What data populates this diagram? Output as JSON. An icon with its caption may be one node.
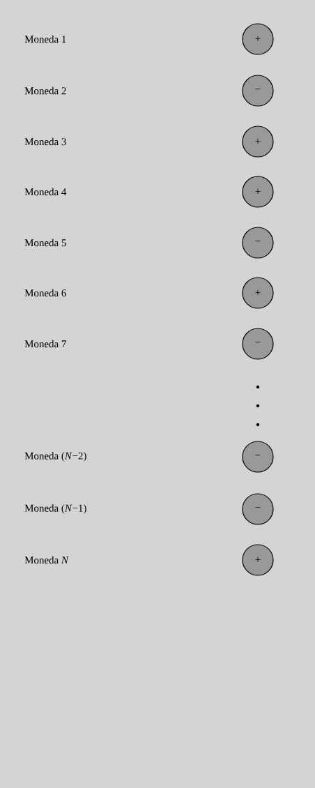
{
  "diagram": {
    "nodes": [
      {
        "text": [
          "+"
        ]
      },
      {
        "text": [
          "−"
        ]
      },
      {
        "text": [
          "+"
        ]
      },
      {
        "text": [
          "+"
        ]
      },
      {
        "text": [
          "−"
        ]
      },
      {
        "text": [
          "+"
        ]
      },
      {
        "text": [
          "−"
        ]
      },
      {
        "text": [
          "−"
        ]
      },
      {
        "text": [
          "−"
        ]
      },
      {
        "text": [
          "+"
        ]
      }
    ],
    "labels": [
      "Moneda 1",
      "Moneda 2",
      "Moneda 3",
      "Moneda 4",
      "Moneda 5",
      "Moneda 6",
      "Moneda 7",
      "Moneda (*N*−2)",
      "Moneda (*N*−1)",
      "Moneda *N*"
    ]
  }
}
